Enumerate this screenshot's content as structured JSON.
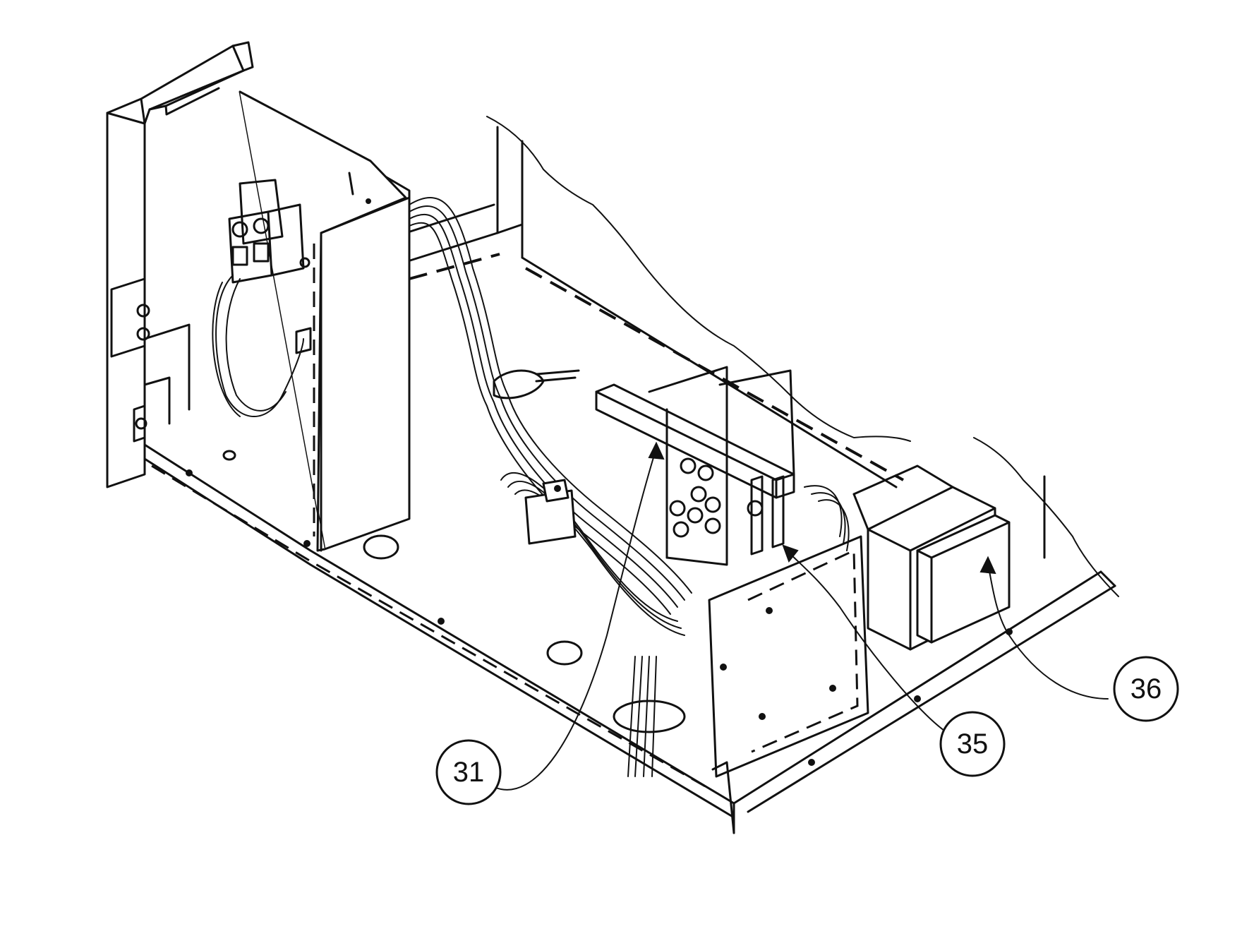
{
  "diagram": {
    "callouts": [
      {
        "id": "c31",
        "label": "31"
      },
      {
        "id": "c35",
        "label": "35"
      },
      {
        "id": "c36",
        "label": "36"
      }
    ]
  }
}
